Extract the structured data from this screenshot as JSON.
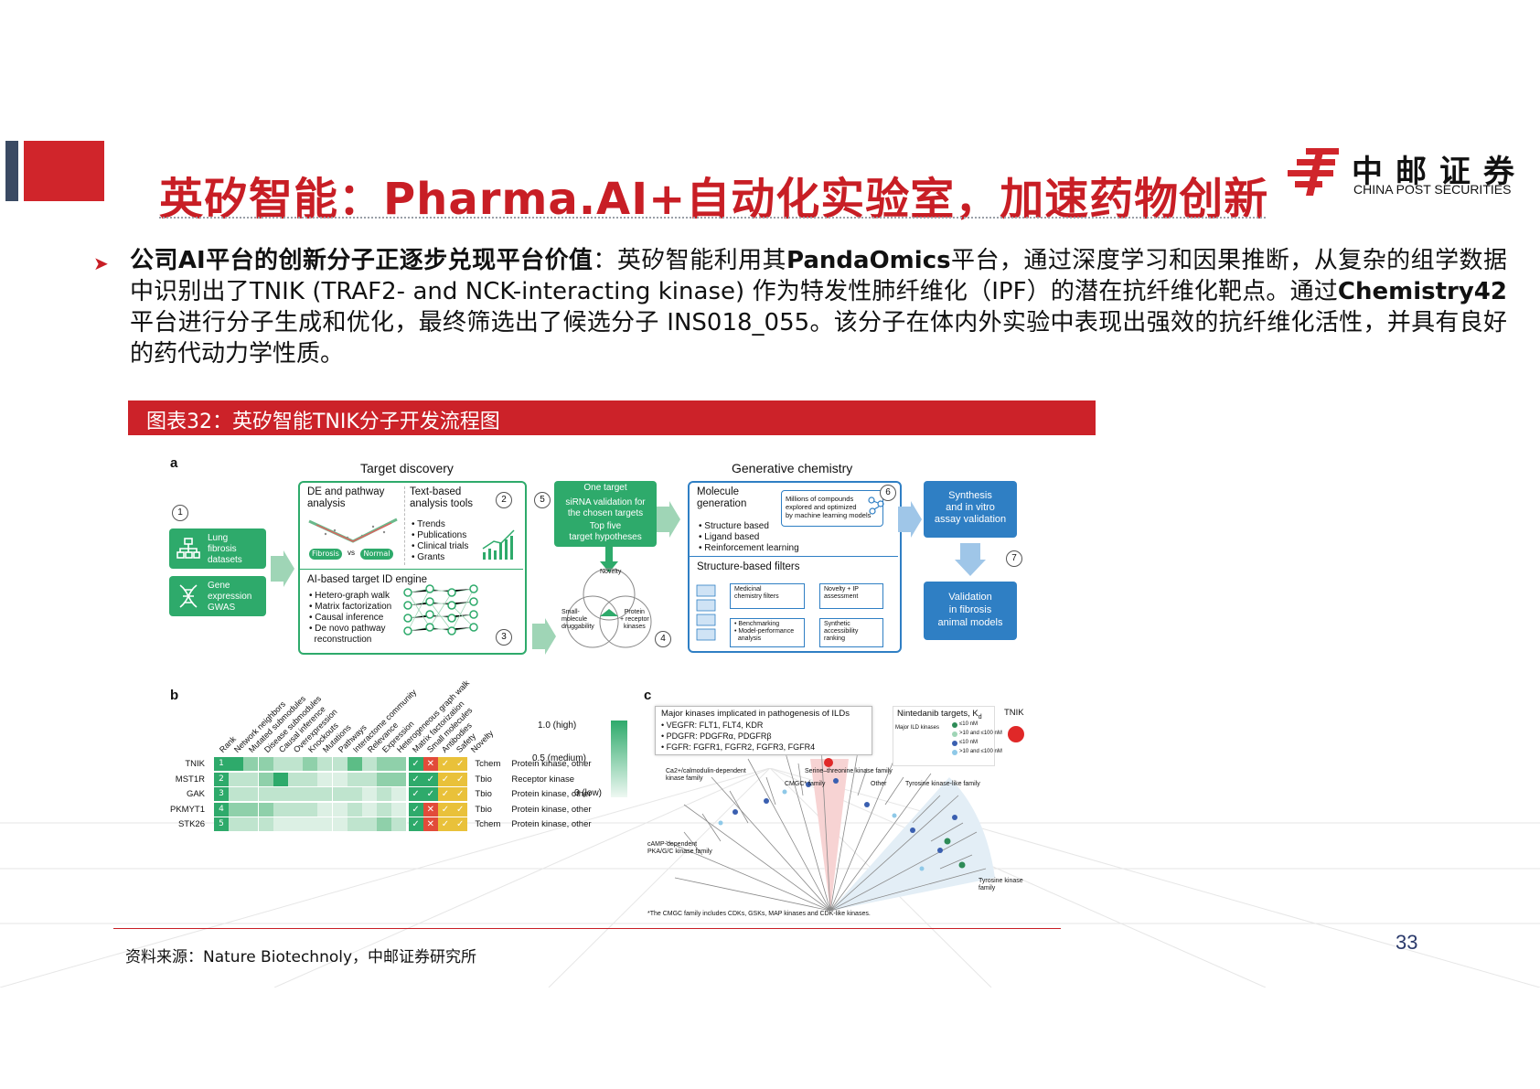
{
  "header": {
    "title": "英矽智能：Pharma.AI+自动化实验室，加速药物创新",
    "logo_cn": "中邮证券",
    "logo_en": "CHINA POST SECURITIES"
  },
  "bullet": {
    "lead": "公司AI平台的创新分子正逐步兑现平台价值",
    "t1": "：英矽智能利用其",
    "b1": "PandaOmics",
    "t2": "平台，通过深度学习和因果推断，从复杂的组学数据中识别出了TNIK (TRAF2- and NCK-interacting kinase) 作为特发性肺纤维化（IPF）的潜在抗纤维化靶点。通过",
    "b2": "Chemistry42",
    "t3": " 平台进行分子生成和优化，最终筛选出了候选分子 INS018_055。该分子在体内外实验中表现出强效的抗纤维化活性，并具有良好的药代动力学性质。"
  },
  "figure_caption": "图表32：英矽智能TNIK分子开发流程图",
  "figure": {
    "panel_a": {
      "letter": "a",
      "target_discovery": "Target discovery",
      "generative_chemistry": "Generative chemistry",
      "lung": "Lung\nfibrosis\ndatasets",
      "gene": "Gene\nexpression\nGWAS",
      "de": "DE and pathway\nanalysis",
      "fibrosis": "Fibrosis",
      "vs": "vs",
      "normal": "Normal",
      "text_based": "Text-based\nanalysis tools",
      "text_items": [
        "• Trends",
        "• Publications",
        "• Clinical trials",
        "• Grants"
      ],
      "ai_engine": "AI-based target ID engine",
      "ai_items": [
        "• Hetero-graph walk",
        "• Matrix factorization",
        "• Causal inference",
        "• De novo pathway",
        "  reconstruction"
      ],
      "one_target": "One target",
      "sirna": "siRNA validation for\nthe chosen targets",
      "top_five": "Top five\ntarget hypotheses",
      "novelty": "Novelty",
      "small_mol": "Small-\nmolecule\ndruggability",
      "protein": "Protein\n+ receptor\nkinases",
      "mol_gen": "Molecule\ngeneration",
      "millions": "Millions of compounds\nexplored and optimized\nby machine learning models",
      "mol_items": [
        "• Structure based",
        "• Ligand based",
        "• Reinforcement learning"
      ],
      "sbf": "Structure-based filters",
      "med_chem": "Medicinal\nchemistry filters",
      "novelty_ip": "Novelty + IP\nassessment",
      "benchmark": "• Benchmarking\n• Model-performance\n  analysis",
      "synthetic": "Synthetic\naccessibility\nranking",
      "synthesis": "Synthesis\nand in vitro\nassay validation",
      "validation": "Validation\nin fibrosis\nanimal models",
      "nums": [
        "1",
        "2",
        "3",
        "4",
        "5",
        "6",
        "7"
      ]
    },
    "panel_b": {
      "letter": "b",
      "columns": [
        "Rank",
        "Network neighbors",
        "Mutated submodules",
        "Disease submodules",
        "Causal inference",
        "Overexpression",
        "Knockouts",
        "Mutations",
        "Pathways",
        "Interactome community",
        "Relevance",
        "Expression",
        "Heterogeneous graph walk",
        "Matrix factorization",
        "Small molecules",
        "Antibodies",
        "Safety",
        "Novelty"
      ],
      "rows": [
        {
          "gene": "TNIK",
          "rank": "1",
          "tdl": "Tchem",
          "family": "Protein kinase, other"
        },
        {
          "gene": "MST1R",
          "rank": "2",
          "tdl": "Tbio",
          "family": "Receptor kinase"
        },
        {
          "gene": "GAK",
          "rank": "3",
          "tdl": "Tbio",
          "family": "Protein kinase, other"
        },
        {
          "gene": "PKMYT1",
          "rank": "4",
          "tdl": "Tbio",
          "family": "Protein kinase, other"
        },
        {
          "gene": "STK26",
          "rank": "5",
          "tdl": "Tchem",
          "family": "Protein kinase, other"
        }
      ],
      "legend": [
        "1.0 (high)",
        "0.5 (medium)",
        "0 (low)"
      ]
    },
    "panel_c": {
      "letter": "c",
      "major_title": "Major kinases implicated in pathogenesis of ILDs",
      "major_items": [
        "• VEGFR: FLT1, FLT4, KDR",
        "• PDGFR: PDGFRα, PDGFRβ",
        "• FGFR: FGFR1, FGFR2, FGFR3, FGFR4"
      ],
      "nintedanib": "Nintedanib targets, K",
      "nintedanib_sub": "d",
      "major_ild": "Major ILD kinases",
      "kd_levels": [
        "≤10 nM",
        ">10 and ≤100 nM",
        "≤10 nM",
        ">10 and ≤100 nM"
      ],
      "tnik": "TNIK",
      "ca": "Ca2+/calmodulin-dependent\nkinase family",
      "serine": "Serine–threonine kinase family",
      "cmgc": "CMGC* family",
      "other": "Other",
      "tyr_like": "Tyrosine kinase-like family",
      "camp": "cAMP-dependent\nPKA/G/C kinase family",
      "tyr": "Tyrosine kinase\nfamily",
      "footnote": "*The CMGC family includes CDKs, GSKs, MAP kinases and CDK-like kinases."
    }
  },
  "footer": {
    "source": "资料来源：Nature Biotechnoly，中邮证券研究所",
    "page": "33"
  },
  "colors": {
    "brand_red": "#c81e25",
    "green": "#2eaa6b",
    "blue": "#2f7fc4"
  }
}
